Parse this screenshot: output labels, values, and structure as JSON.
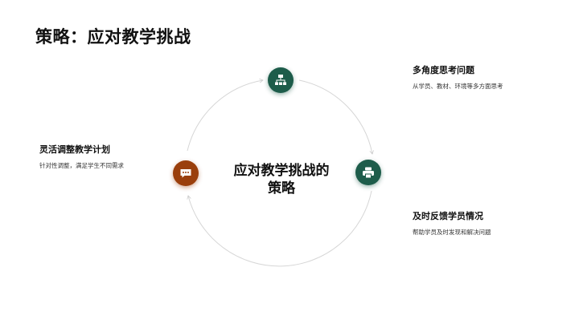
{
  "page": {
    "title": "策略：应对教学挑战"
  },
  "diagram": {
    "center_label": "应对教学挑战的策略",
    "center_lines": [
      "应对教学挑战的",
      "策略"
    ],
    "colors": {
      "green": "#1d5c4a",
      "brown": "#9a3f0c",
      "ring": "#d6d6d6"
    },
    "nodes": [
      {
        "position": "top",
        "icon": "sitemap-icon",
        "color": "#1d5c4a",
        "heading": "多角度思考问题",
        "description": "从学员、教材、环境等多方面思考"
      },
      {
        "position": "right",
        "icon": "printer-icon",
        "color": "#1d5c4a",
        "heading": "及时反馈学员情况",
        "description": "帮助学员及时发现和解决问题"
      },
      {
        "position": "left",
        "icon": "comment-dots-icon",
        "color": "#9a3f0c",
        "heading": "灵活调整教学计划",
        "description": "针对性调整，满足学生不同需求"
      }
    ]
  }
}
